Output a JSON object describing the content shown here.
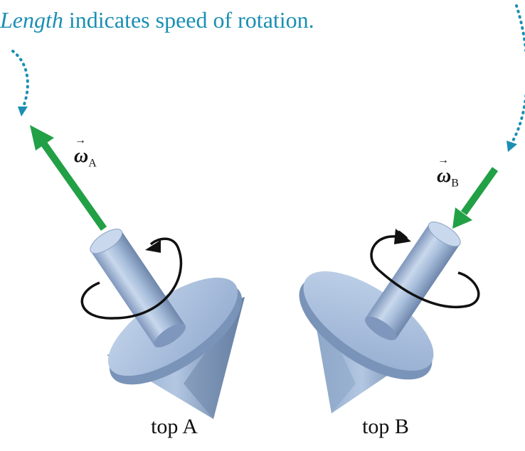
{
  "caption": {
    "italic": "Length",
    "rest": " indicates speed of rotation."
  },
  "omega_a": {
    "symbol": "ω",
    "sub": "A"
  },
  "omega_b": {
    "symbol": "ω",
    "sub": "B"
  },
  "labels": {
    "top_a": "top A",
    "top_b": "top B"
  },
  "colors": {
    "caption": "#1a8fb3",
    "arrow": "#22a046",
    "top_body": "#a4bcda",
    "top_shadow": "#6d85a8",
    "rotation": "#111111"
  }
}
